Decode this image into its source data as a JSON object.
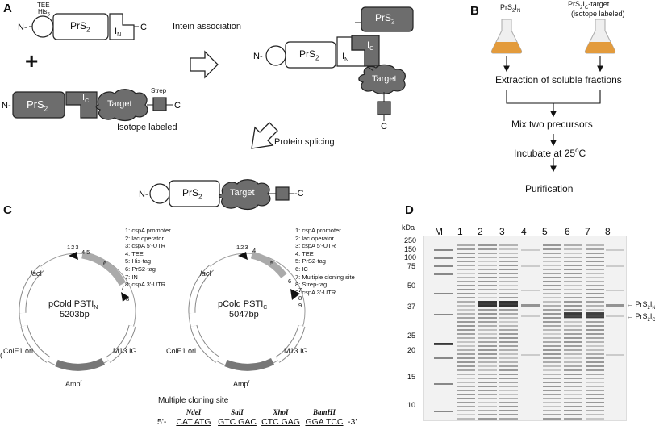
{
  "panels": {
    "a": "A",
    "b": "B",
    "c": "C",
    "d": "D"
  },
  "panel_a": {
    "tee_his_label": "TEE",
    "his_label": "His",
    "his_sub": "6",
    "prs2": "PrS",
    "prs2_sub": "2",
    "in": "I",
    "in_sub": "N",
    "ic": "I",
    "ic_sub": "C",
    "n_term": "N",
    "c_term": "C",
    "plus": "+",
    "target": "Target",
    "strep": "Strep",
    "isotope_labeled": "Isotope labeled",
    "intein_association": "Intein association",
    "protein_splicing": "Protein splicing",
    "hyphen": "-"
  },
  "panel_b": {
    "flask1_label": "PrS",
    "flask1_sub1": "2",
    "flask1_tail": "I",
    "flask1_sub2": "N",
    "flask2_label": "PrS",
    "flask2_sub1": "2",
    "flask2_mid": "I",
    "flask2_sub2": "C",
    "flask2_tail": "-target",
    "flask2_note": "(isotope labeled)",
    "step1": "Extraction of soluble fractions",
    "step2": "Mix two precursors",
    "step3_a": "Incubate at 25",
    "step3_sup": "o",
    "step3_b": "C",
    "step4": "Purification"
  },
  "panel_c": {
    "plasmid1_name": "pCold PSTI",
    "plasmid1_sub": "N",
    "plasmid1_size": "5203bp",
    "plasmid2_name": "pCold PSTI",
    "plasmid2_sub": "C",
    "plasmid2_size": "5047bp",
    "lac1": "lac",
    "lac1_suffix": "I",
    "colE1": "ColE1 ori",
    "amp": "Amp",
    "amp_sup": "r",
    "m13": "M13 IG",
    "legend1": [
      "1: cspA promoter",
      "2: lac operator",
      "3: cspA 5'-UTR",
      "4: TEE",
      "5: His-tag",
      "6: PrS2-tag",
      "7: IN",
      "8: cspA 3'-UTR"
    ],
    "legend2": [
      "1: cspA promoter",
      "2: lac operator",
      "3: cspA 5'-UTR",
      "4: TEE",
      "5: PrS2-tag",
      "6: IC",
      "7: Multiple cloning site",
      "8: Strep-tag",
      "9: cspA 3'-UTR"
    ],
    "marks1": [
      "1",
      "2",
      "3",
      "4",
      "5",
      "6",
      "7",
      "8"
    ],
    "marks2": [
      "1",
      "2",
      "3",
      "4",
      "5",
      "6",
      "7",
      "8",
      "9"
    ],
    "mcs_title": "Multiple cloning site",
    "mcs_prefix": "5'-",
    "mcs_suffix": "-3'",
    "sites": [
      {
        "enzyme": "NdeI",
        "seq": "CAT ATG"
      },
      {
        "enzyme": "SalI",
        "seq": "GTC GAC"
      },
      {
        "enzyme": "XhoI",
        "seq": "CTC GAG"
      },
      {
        "enzyme": "BamHI",
        "seq": "GGA TCC"
      }
    ],
    "stray_mark": "("
  },
  "panel_d": {
    "kda": "kDa",
    "lanes": [
      "M",
      "1",
      "2",
      "3",
      "4",
      "5",
      "6",
      "7",
      "8"
    ],
    "markers": [
      "250",
      "150",
      "100",
      "75",
      "50",
      "37",
      "25",
      "20",
      "15",
      "10"
    ],
    "band_n_label": "PrS",
    "band_n_sub1": "2",
    "band_n_tail": "I",
    "band_n_sub2": "N",
    "band_c_label": "PrS",
    "band_c_sub1": "2",
    "band_c_tail": "I",
    "band_c_sub2": "C"
  },
  "colors": {
    "dark_fill": "#6d6d6d",
    "light_fill": "#ffffff",
    "flask_liquid": "#e39b3c",
    "gel_bg": "#f0f0f0"
  }
}
